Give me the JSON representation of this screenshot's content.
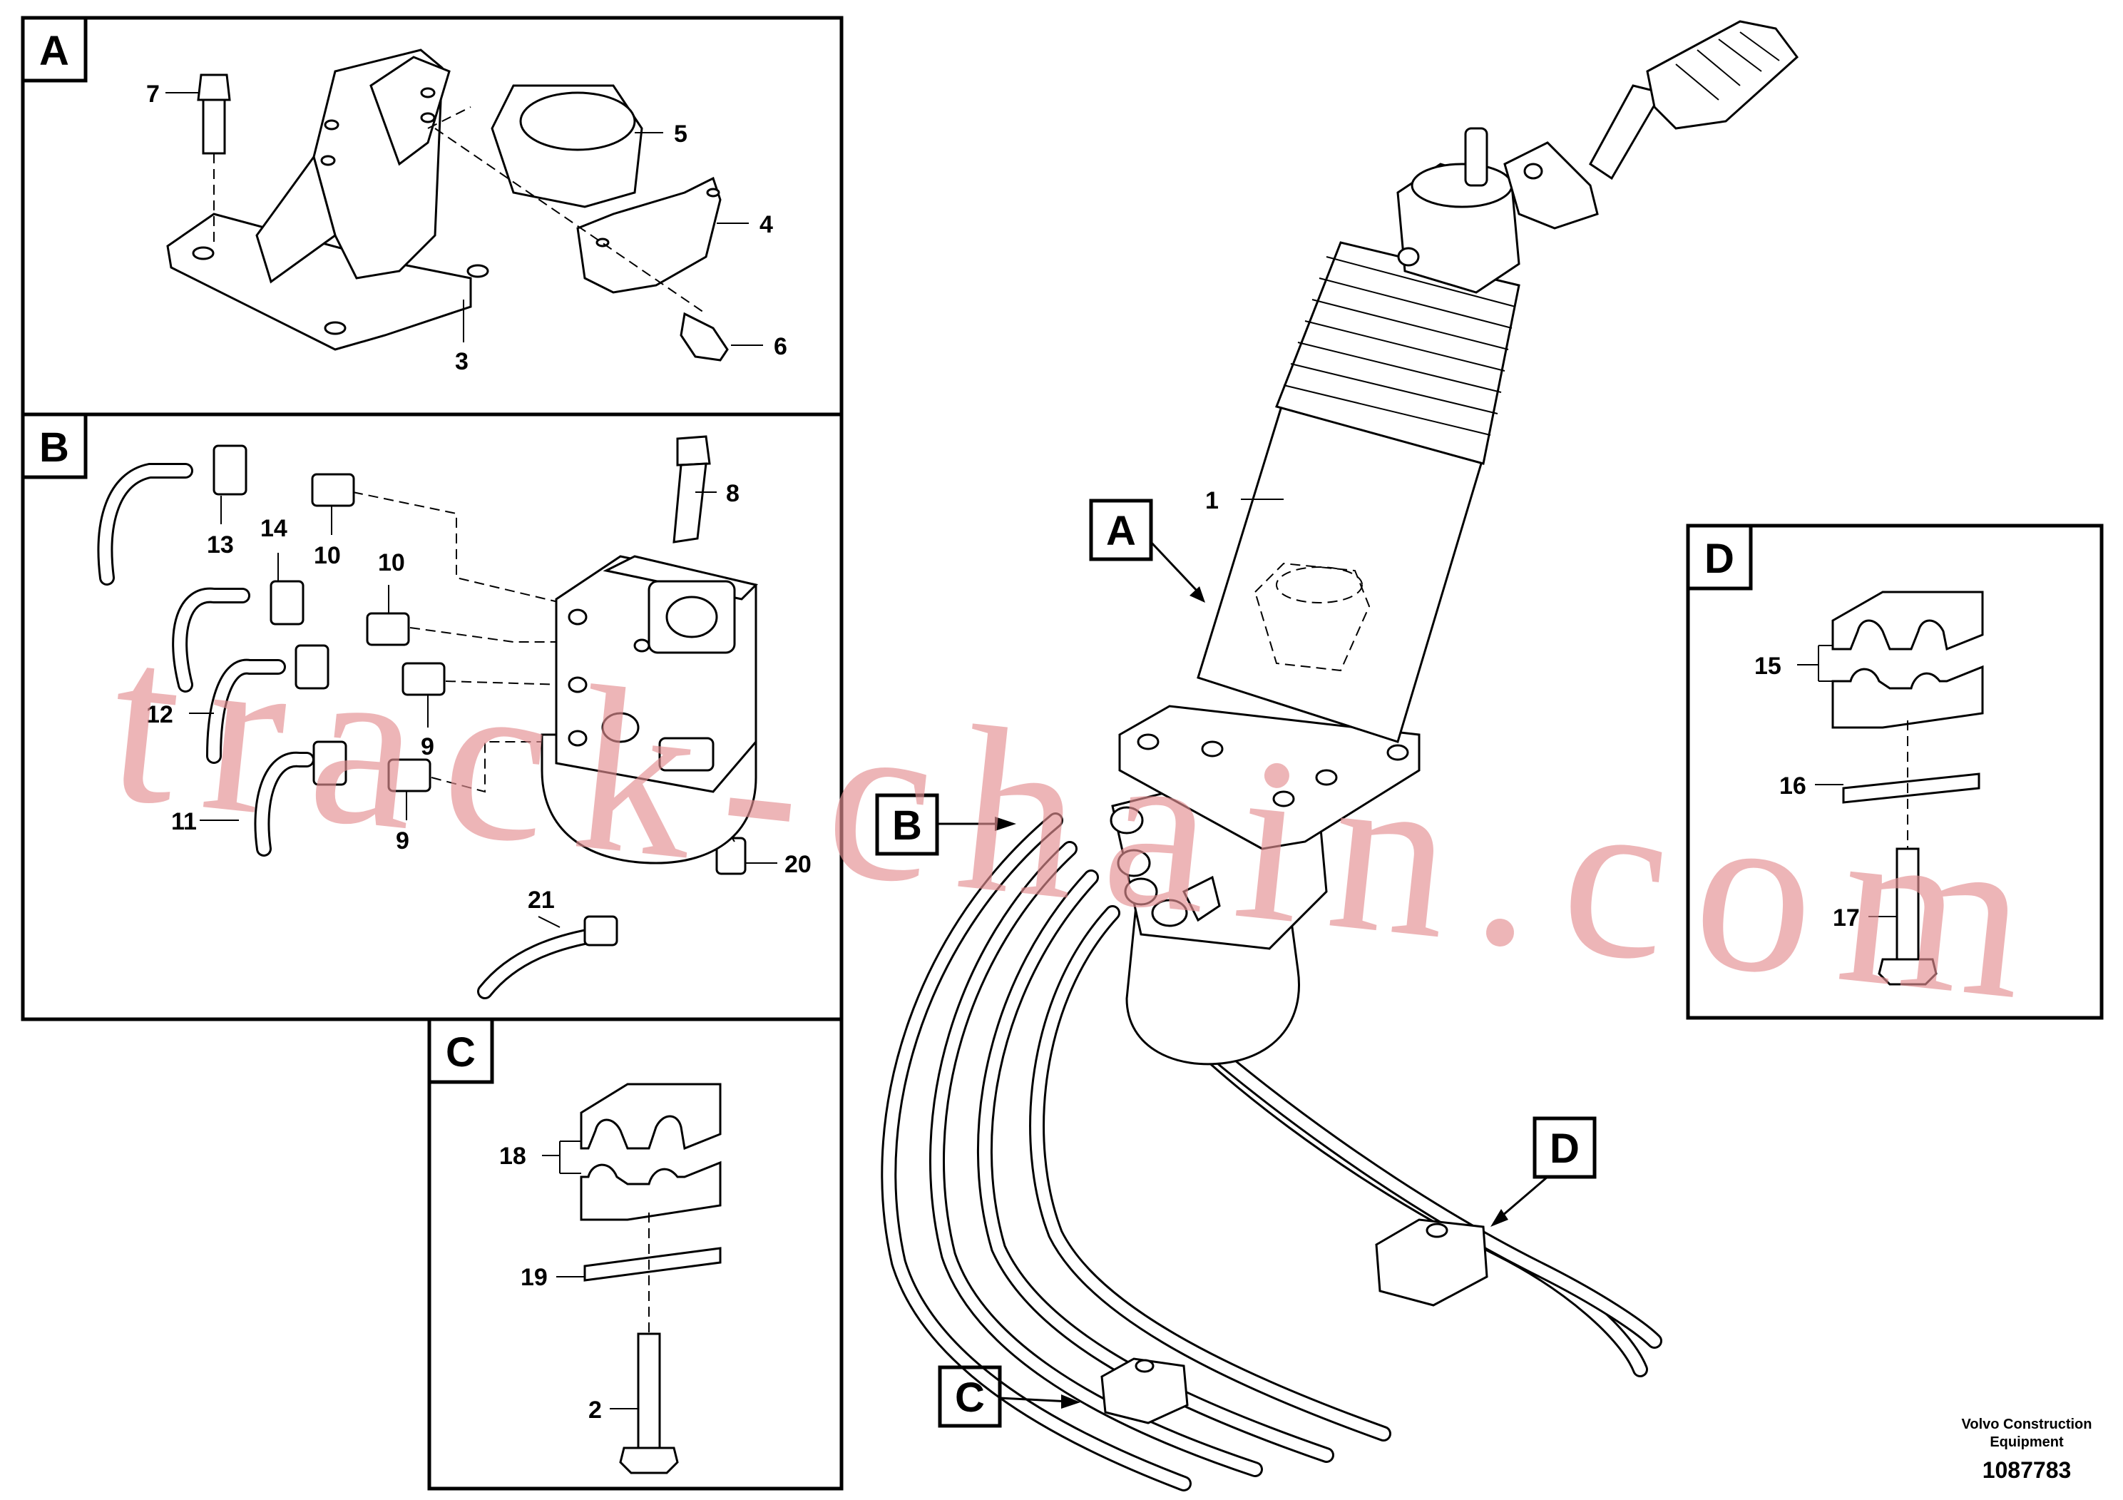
{
  "panels": {
    "a": {
      "tag": "A",
      "callouts": [
        "7",
        "5",
        "4",
        "3",
        "6"
      ]
    },
    "b": {
      "tag": "B",
      "callouts": [
        "8",
        "13",
        "14",
        "10",
        "10",
        "12",
        "9",
        "11",
        "9",
        "20",
        "21"
      ]
    },
    "c": {
      "tag": "C",
      "callouts": [
        "18",
        "19",
        "2"
      ]
    },
    "d": {
      "tag": "D",
      "callouts": [
        "15",
        "16",
        "17"
      ]
    }
  },
  "main_view": {
    "callouts": [
      "1"
    ],
    "view_tags": [
      "A",
      "B",
      "C",
      "D"
    ]
  },
  "watermark": "track-chain.com",
  "footer": {
    "company_line1": "Volvo Construction",
    "company_line2": "Equipment",
    "document_number": "1087783"
  },
  "colors": {
    "line": "#000000",
    "background": "#ffffff",
    "watermark": "#e48f92"
  }
}
